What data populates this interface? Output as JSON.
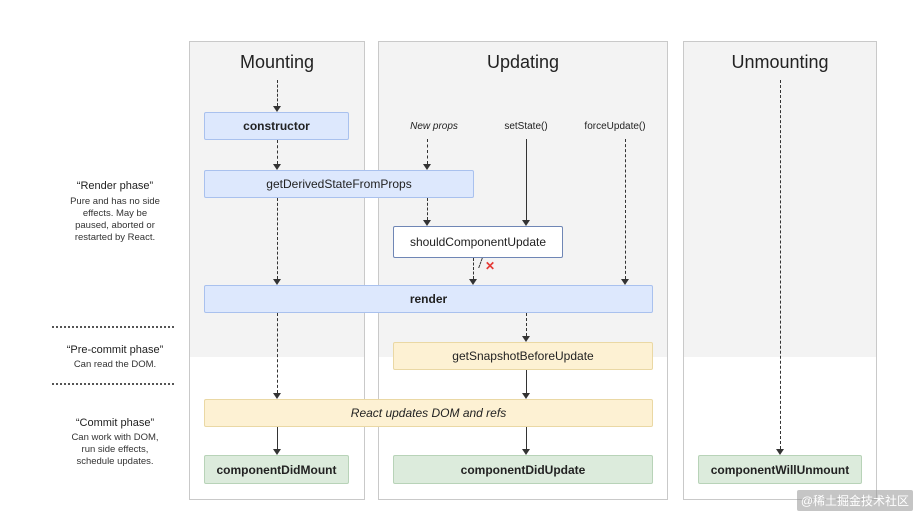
{
  "columns": {
    "mounting": "Mounting",
    "updating": "Updating",
    "unmounting": "Unmounting"
  },
  "phases": {
    "render": {
      "title": "“Render phase”",
      "desc": [
        "Pure and has no side",
        "effects. May be",
        "paused, aborted or",
        "restarted by React."
      ]
    },
    "precommit": {
      "title": "“Pre-commit phase”",
      "desc": [
        "Can read the DOM."
      ]
    },
    "commit": {
      "title": "“Commit phase”",
      "desc": [
        "Can work with DOM,",
        "run side effects,",
        "schedule updates."
      ]
    }
  },
  "triggers": {
    "new_props": "New props",
    "set_state": "setState()",
    "force_update": "forceUpdate()"
  },
  "methods": {
    "constructor": "constructor",
    "get_derived": "getDerivedStateFromProps",
    "should_update": "shouldComponentUpdate",
    "render": "render",
    "get_snapshot": "getSnapshotBeforeUpdate",
    "react_updates": "React updates DOM and refs",
    "did_mount": "componentDidMount",
    "did_update": "componentDidUpdate",
    "will_unmount": "componentWillUnmount"
  },
  "cancel_mark": "✕",
  "watermark": "@稀土掘金技术社区",
  "colors": {
    "render_phase_bg": "#f3f3f3",
    "blue_box": "#dde8fd",
    "yellow_box": "#fdf1d3",
    "green_box": "#dcebdc",
    "cancel": "#e53935"
  }
}
